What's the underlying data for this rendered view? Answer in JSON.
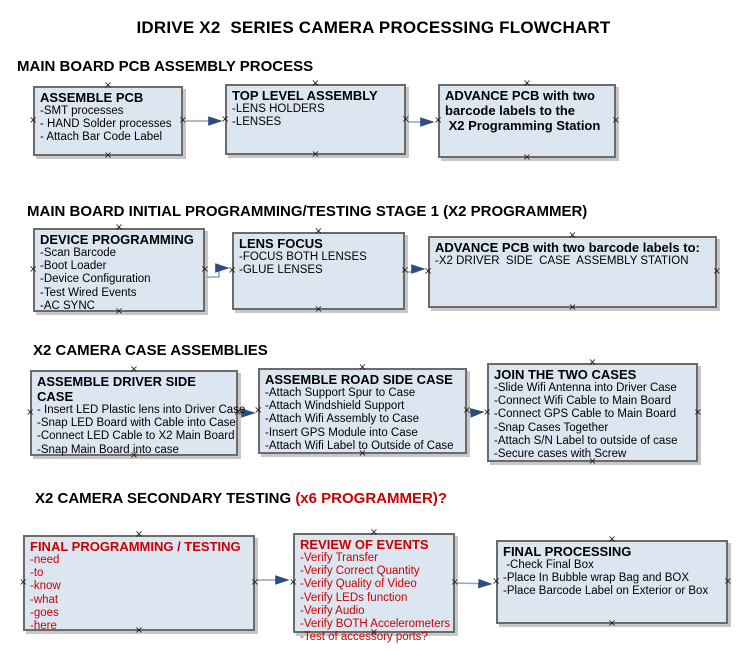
{
  "title": "IDRIVE X2  SERIES CAMERA PROCESSING FLOWCHART",
  "icons": {
    "connection_marker": "×"
  },
  "colors": {
    "box_fill": "#dce6f1",
    "box_border": "#6b6b6b",
    "red_text": "#cc0000",
    "arrow_line": "#8ba6c7",
    "arrow_head": "#2d4d7c"
  },
  "sections": [
    {
      "heading": "MAIN BOARD PCB ASSEMBLY PROCESS",
      "boxes": [
        {
          "title": "ASSEMBLE PCB",
          "lines": [
            "-SMT processes",
            "- HAND Solder processes",
            "- Attach Bar Code Label"
          ]
        },
        {
          "title": "TOP LEVEL ASSEMBLY",
          "lines": [
            "-LENS HOLDERS",
            "-LENSES"
          ]
        },
        {
          "title": "ADVANCE PCB with two\nbarcode labels to the\n X2 Programming Station",
          "lines": []
        }
      ]
    },
    {
      "heading": "MAIN BOARD INITIAL PROGRAMMING/TESTING STAGE 1 (X2 PROGRAMMER)",
      "boxes": [
        {
          "title": "DEVICE PROGRAMMING",
          "lines": [
            "-Scan Barcode",
            "-Boot Loader",
            "-Device Configuration",
            "-Test Wired Events",
            "-AC SYNC"
          ]
        },
        {
          "title": "LENS FOCUS",
          "lines": [
            "-FOCUS BOTH LENSES",
            "-GLUE LENSES"
          ]
        },
        {
          "title": "ADVANCE PCB with two barcode labels to:",
          "lines": [
            "-X2 DRIVER  SIDE  CASE  ASSEMBLY STATION"
          ]
        }
      ]
    },
    {
      "heading": "X2 CAMERA CASE ASSEMBLIES",
      "boxes": [
        {
          "title": "ASSEMBLE DRIVER SIDE CASE",
          "lines": [
            "- Insert LED Plastic lens into Driver Case",
            "-Snap LED Board with Cable into Case",
            "-Connect LED Cable to X2 Main Board",
            "-Snap Main Board into case"
          ]
        },
        {
          "title": "ASSEMBLE ROAD SIDE CASE",
          "lines": [
            "-Attach Support Spur to Case",
            "-Attach Windshield Support",
            "-Attach Wifi Assembly to Case",
            "-Insert GPS Module into Case",
            "-Attach Wifi Label to Outside of Case"
          ]
        },
        {
          "title": "JOIN THE TWO CASES",
          "lines": [
            "-Slide Wifi Antenna into Driver Case",
            "-Connect Wifi Cable to Main Board",
            "-Connect GPS Cable to Main Board",
            "-Snap Cases Together",
            "-Attach S/N Label to outside of case",
            "-Secure cases with Screw"
          ]
        }
      ]
    },
    {
      "heading": "X2 CAMERA SECONDARY TESTING ",
      "heading_red": "(x6 PROGRAMMER)?",
      "boxes": [
        {
          "title": "FINAL PROGRAMMING / TESTING",
          "lines": [
            "-need",
            "-to",
            "-know",
            "-what",
            "-goes",
            "-here"
          ]
        },
        {
          "title": "REVIEW OF EVENTS",
          "lines": [
            "-Verify Transfer",
            "-Verify Correct Quantity",
            "-Verify Quality of Video",
            "-Verify LEDs function",
            "-Verify Audio",
            "-Verify BOTH Accelerometers",
            "-Test of accessory ports?"
          ]
        },
        {
          "title": "FINAL PROCESSING",
          "lines": [
            " -Check Final Box",
            "-Place In Bubble wrap Bag and BOX",
            "-Place Barcode Label on Exterior or Box"
          ]
        }
      ]
    }
  ]
}
